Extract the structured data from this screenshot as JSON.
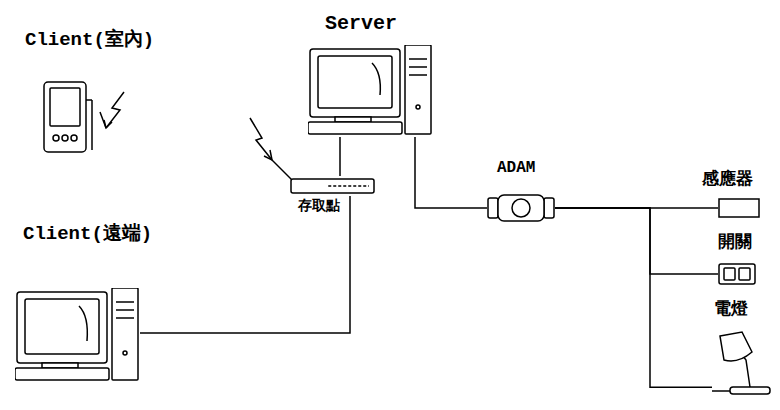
{
  "diagram": {
    "nodes": [
      {
        "text": [
          "Client(室內)"
        ]
      },
      {
        "text": [
          "Server"
        ]
      },
      {
        "text": [
          "存取點"
        ]
      },
      {
        "text": [
          "Client(遠端)"
        ]
      },
      {
        "text": [
          "ADAM"
        ]
      },
      {
        "text": [
          "感應器"
        ]
      },
      {
        "text": [
          "開關"
        ]
      },
      {
        "text": [
          "電燈"
        ]
      }
    ],
    "edges": [
      {
        "from": 1,
        "to": 2,
        "arrow": "none"
      },
      {
        "from": 2,
        "to": 3,
        "arrow": "none"
      },
      {
        "from": 1,
        "to": 4,
        "arrow": "none"
      },
      {
        "from": 4,
        "to": 5,
        "arrow": "none"
      },
      {
        "from": 4,
        "to": 6,
        "arrow": "none"
      },
      {
        "from": 4,
        "to": 7,
        "arrow": "none"
      }
    ]
  }
}
